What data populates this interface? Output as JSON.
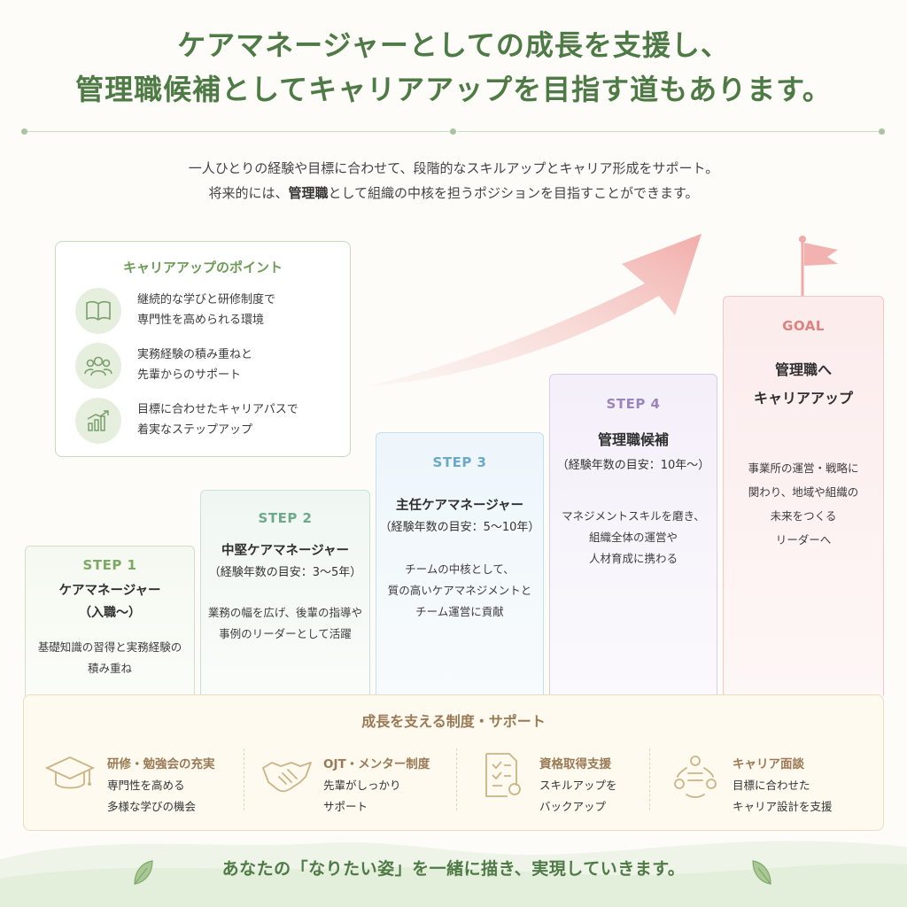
{
  "headline": {
    "line1": "ケアマネージャーとしての成長を支援し、",
    "line2": "管理職候補としてキャリアアップを目指す道もあります。"
  },
  "lead": {
    "line1": "一人ひとりの経験や目標に合わせて、段階的なスキルアップとキャリア形成をサポート。",
    "line2_pre": "将来的には、",
    "line2_bold": "管理職",
    "line2_post": "として組織の中核を担うポジションを目指すことができます。"
  },
  "points": {
    "title": "キャリアアップのポイント",
    "items": [
      {
        "icon": "book-icon",
        "line1": "継続的な学びと研修制度で",
        "line2": "専門性を高められる環境"
      },
      {
        "icon": "people-icon",
        "line1": "実務経験の積み重ねと",
        "line2": "先輩からのサポート"
      },
      {
        "icon": "growth-chart-icon",
        "line1": "目標に合わせたキャリアパスで",
        "line2": "着実なステップアップ"
      }
    ]
  },
  "steps": [
    {
      "label": "STEP 1",
      "title": "ケアマネージャー",
      "sub": "（入職～）",
      "desc": [
        "基礎知識の習得と実務経験の",
        "積み重ね"
      ],
      "color": "#7caa64"
    },
    {
      "label": "STEP 2",
      "title": "中堅ケアマネージャー",
      "sub": "（経験年数の目安：3～5年）",
      "desc": [
        "業務の幅を広げ、後輩の指導や",
        "事例のリーダーとして活躍"
      ],
      "color": "#6fa88d"
    },
    {
      "label": "STEP 3",
      "title": "主任ケアマネージャー",
      "sub": "（経験年数の目安：5～10年）",
      "desc": [
        "チームの中核として、",
        "質の高いケアマネジメントと",
        "チーム運営に貢献"
      ],
      "color": "#6aa9c8"
    },
    {
      "label": "STEP 4",
      "title": "管理職候補",
      "sub": "（経験年数の目安：10年～）",
      "desc": [
        "マネジメントスキルを磨き、",
        "組織全体の運営や",
        "人材育成に携わる"
      ],
      "color": "#9a85bd"
    },
    {
      "label": "GOAL",
      "title1": "管理職へ",
      "title2": "キャリアアップ",
      "desc": [
        "事業所の運営・戦略に",
        "関わり、地域や組織の",
        "未来をつくる",
        "リーダーへ"
      ],
      "color": "#e0817d"
    }
  ],
  "support": {
    "title": "成長を支える制度・サポート",
    "items": [
      {
        "icon": "graduation-cap-icon",
        "heading": "研修・勉強会の充実",
        "line1": "専門性を高める",
        "line2": "多様な学びの機会"
      },
      {
        "icon": "handshake-icon",
        "heading": "OJT・メンター制度",
        "line1": "先輩がしっかり",
        "line2": "サポート"
      },
      {
        "icon": "certificate-icon",
        "heading": "資格取得支援",
        "line1": "スキルアップを",
        "line2": "バックアップ"
      },
      {
        "icon": "interview-icon",
        "heading": "キャリア面談",
        "line1": "目標に合わせた",
        "line2": "キャリア設計を支援"
      }
    ]
  },
  "footer": {
    "text": "あなたの「なりたい姿」を一緒に描き、実現していきます。"
  },
  "colors": {
    "brand_green": "#4e7a45",
    "accent_green": "#6c9b55",
    "goal_pink": "#e0817d",
    "support_brown": "#9a7a55"
  }
}
